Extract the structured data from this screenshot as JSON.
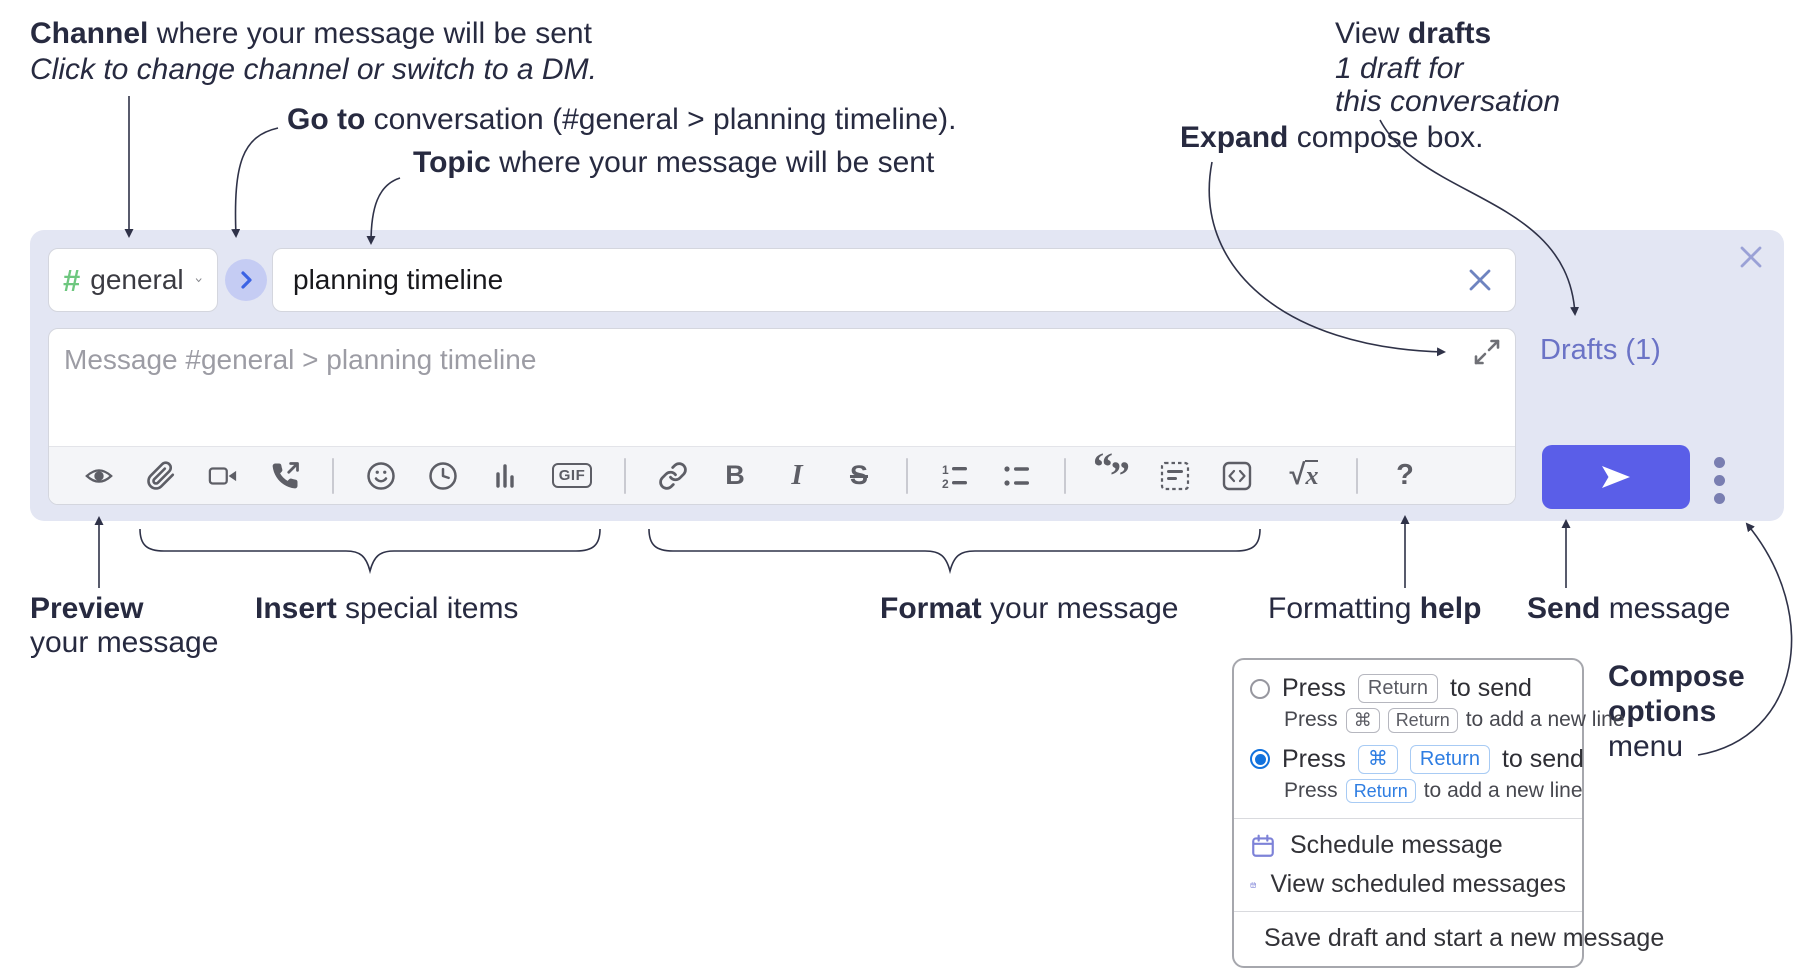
{
  "annotations": {
    "channel_line1_bold": "Channel",
    "channel_line1_rest": " where your message will be sent",
    "channel_line2": "Click to change channel or switch to a DM.",
    "goto_bold": "Go to",
    "goto_rest": " conversation (#general > planning timeline).",
    "topic_bold": "Topic",
    "topic_rest": " where your message will be sent",
    "drafts_line1_pre": "View ",
    "drafts_line1_bold": "drafts",
    "drafts_line2": "1 draft for",
    "drafts_line3": "this conversation",
    "expand_bold": "Expand",
    "expand_rest": " compose box.",
    "preview_bold": "Preview",
    "preview_line2": "your message",
    "insert_bold": "Insert",
    "insert_rest": " special items",
    "format_bold": "Format",
    "format_rest": " your message",
    "help_pre": "Formatting ",
    "help_bold": "help",
    "send_bold": "Send",
    "send_rest": " message",
    "compose_opts_line1": "Compose",
    "compose_opts_line2": "options",
    "compose_opts_line3": "menu"
  },
  "compose": {
    "channel": {
      "hash": "#",
      "name": "general"
    },
    "topic_value": "planning timeline",
    "message_placeholder": "Message #general > planning timeline",
    "drafts_link": "Drafts (1)",
    "toolbar": {
      "gif": "GIF",
      "bold": "B",
      "italic": "I",
      "strike": "S",
      "quote_open": "“",
      "quote_close": "”",
      "math_radical": "√",
      "math_var": "x",
      "help": "?"
    }
  },
  "options_menu": {
    "option1": {
      "press": "Press",
      "key_return": "Return",
      "to_send": "to send",
      "sub_press": "Press",
      "sub_key_cmd": "⌘",
      "sub_key_return": "Return",
      "sub_rest": "to add a new line"
    },
    "option2": {
      "press": "Press",
      "key_cmd": "⌘",
      "key_return": "Return",
      "to_send": "to send",
      "sub_press": "Press",
      "sub_key_return": "Return",
      "sub_rest": "to add a new line"
    },
    "items": [
      {
        "label": "Schedule message"
      },
      {
        "label": "View scheduled messages"
      },
      {
        "label": "Save draft and start a new message"
      }
    ]
  },
  "colors": {
    "container_bg": "#e3e6f3",
    "send_accent": "#5a5ee8",
    "drafts_link": "#6b73c6",
    "hash_green": "#6ec77f",
    "goto_circle": "#c5ccf3",
    "goto_arrow": "#3c63e4",
    "radio_selected": "#1272dd",
    "key_blue": "#2e7de2",
    "menu_icon_purple": "#7d82d8",
    "annotation_ink": "#272a40"
  }
}
